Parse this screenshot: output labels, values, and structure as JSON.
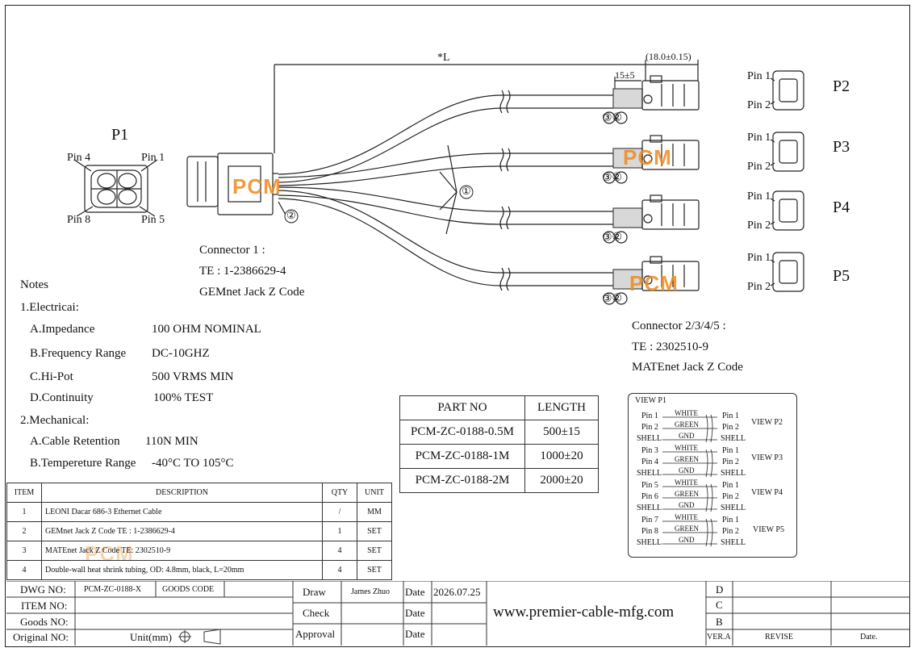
{
  "drawing": {
    "dim_length": "*L",
    "dim_connector": "(18.0±0.15)",
    "dim_heatshrink": "15±5",
    "callout_1": "①",
    "callout_2": "②",
    "callout_3": "③",
    "callout_32": "③②"
  },
  "p1": {
    "label": "P1",
    "pin4": "Pin 4",
    "pin1": "Pin 1",
    "pin8": "Pin 8",
    "pin5": "Pin 5"
  },
  "connector1": {
    "line1": "Connector 1 :",
    "line2": "TE : 1-2386629-4",
    "line3": "GEMnet Jack Z Code"
  },
  "connector2": {
    "line1": "Connector 2/3/4/5 :",
    "line2": "TE : 2302510-9",
    "line3": "MATEnet Jack Z Code"
  },
  "right_connectors": [
    {
      "label": "P2",
      "pin_a": "Pin 1",
      "pin_b": "Pin 2"
    },
    {
      "label": "P3",
      "pin_a": "Pin 1",
      "pin_b": "Pin 2"
    },
    {
      "label": "P4",
      "pin_a": "Pin 1",
      "pin_b": "Pin 2"
    },
    {
      "label": "P5",
      "pin_a": "Pin 1",
      "pin_b": "Pin 2"
    }
  ],
  "watermark": "PCM",
  "notes": {
    "title": "Notes",
    "electrical_title": "1.Electricai:",
    "electrical": [
      {
        "k": "A.Impedance",
        "v": "100 OHM NOMINAL"
      },
      {
        "k": "B.Frequency Range",
        "v": "DC-10GHZ"
      },
      {
        "k": "C.Hi-Pot",
        "v": "500 VRMS MIN"
      },
      {
        "k": "D.Continuity",
        "v": "100% TEST"
      }
    ],
    "mechanical_title": "2.Mechanical:",
    "mechanical": [
      {
        "k": "A.Cable Retention",
        "v": "110N MIN"
      },
      {
        "k": "B.Tempereture Range",
        "v": "-40°C TO 105°C"
      }
    ]
  },
  "parts_table": {
    "headers": [
      "PART NO",
      "LENGTH"
    ],
    "rows": [
      [
        "PCM-ZC-0188-0.5M",
        "500±15"
      ],
      [
        "PCM-ZC-0188-1M",
        "1000±20"
      ],
      [
        "PCM-ZC-0188-2M",
        "2000±20"
      ]
    ]
  },
  "bom": {
    "headers": [
      "ITEM",
      "DESCRIPTION",
      "QTY",
      "UNIT"
    ],
    "rows": [
      [
        "1",
        "LEONI Dacar 686-3 Ethernet Cable",
        "/",
        "MM"
      ],
      [
        "2",
        "GEMnet Jack Z Code TE : 1-2386629-4",
        "1",
        "SET"
      ],
      [
        "3",
        "MATEnet Jack Z Code TE: 2302510-9",
        "4",
        "SET"
      ],
      [
        "4",
        "Double-wall heat shrink tubing, OD: 4.8mm, black, L=20mm",
        "4",
        "SET"
      ]
    ]
  },
  "views": {
    "title": "VIEW P1",
    "groups": [
      {
        "pins": [
          "Pin 1",
          "Pin 2"
        ],
        "view": "VIEW P2"
      },
      {
        "pins": [
          "Pin 3",
          "Pin 4"
        ],
        "view": "VIEW P3"
      },
      {
        "pins": [
          "Pin 5",
          "Pin 6"
        ],
        "view": "VIEW P4"
      },
      {
        "pins": [
          "Pin 7",
          "Pin 8"
        ],
        "view": "VIEW P5"
      }
    ],
    "wire_white": "WHITE",
    "wire_green": "GREEN",
    "wire_gnd": "GND",
    "shell": "SHELL",
    "pin1": "Pin 1",
    "pin2": "Pin 2"
  },
  "title_block": {
    "dwg_no_label": "DWG NO:",
    "dwg_no": "PCM-ZC-0188-X",
    "goods_code": "GOODS CODE",
    "item_no": "ITEM NO:",
    "goods_no": "Goods NO:",
    "original_no": "Original NO:",
    "unit": "Unit(mm)",
    "draw": "Draw",
    "draw_name": "James Zhuo",
    "check": "Check",
    "approval": "Approval",
    "date": "Date",
    "date_value": "2026.07.25",
    "website": "www.premier-cable-mfg.com",
    "rev_d": "D",
    "rev_c": "C",
    "rev_b": "B",
    "ver": "VER.A",
    "revise": "REVISE",
    "date_col": "Date."
  },
  "colors": {
    "line": "#222222",
    "watermark": "#f08a1c"
  }
}
